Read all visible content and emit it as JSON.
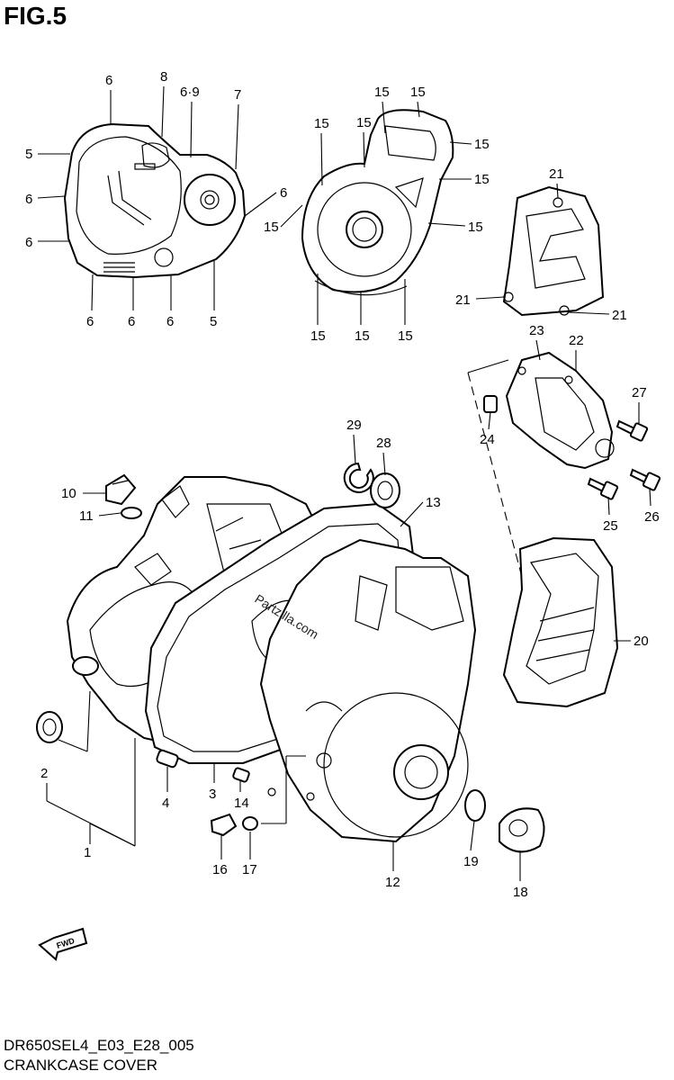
{
  "figure": {
    "title": "FIG.5",
    "model_code": "DR650SEL4_E03_E28_005",
    "caption": "CRANKCASE COVER",
    "watermark": "Partzilla.com",
    "fwd_label": "FWD"
  },
  "callouts": {
    "c1": "1",
    "c2": "2",
    "c3": "3",
    "c4": "4",
    "c5a": "5",
    "c5b": "5",
    "c6a": "6",
    "c6b": "6",
    "c6c": "6",
    "c6d": "6",
    "c6e": "6",
    "c6f": "6",
    "c6g": "6",
    "c69": "6·9",
    "c7": "7",
    "c8": "8",
    "c10": "10",
    "c11": "11",
    "c12": "12",
    "c13": "13",
    "c14": "14",
    "c15a": "15",
    "c15b": "15",
    "c15c": "15",
    "c15d": "15",
    "c15e": "15",
    "c15f": "15",
    "c15g": "15",
    "c15h": "15",
    "c15i": "15",
    "c15j": "15",
    "c15k": "15",
    "c16": "16",
    "c17": "17",
    "c18": "18",
    "c19": "19",
    "c20": "20",
    "c21a": "21",
    "c21b": "21",
    "c21c": "21",
    "c22": "22",
    "c23": "23",
    "c24": "24",
    "c25": "25",
    "c26": "26",
    "c27": "27",
    "c28": "28",
    "c29": "29"
  }
}
